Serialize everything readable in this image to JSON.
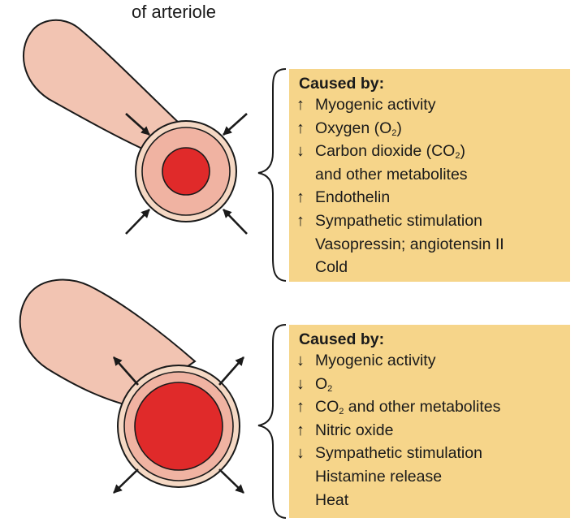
{
  "caption": "of arteriole",
  "constriction": {
    "heading": "Caused by:",
    "items": [
      {
        "arrow": "↑",
        "pre": "Myogenic activity",
        "sub": "",
        "post": ""
      },
      {
        "arrow": "↑",
        "pre": "Oxygen (O",
        "sub": "2",
        "post": ")"
      },
      {
        "arrow": "↓",
        "pre": "Carbon dioxide (CO",
        "sub": "2",
        "post": ")"
      },
      {
        "arrow": "",
        "pre": "and other metabolites",
        "sub": "",
        "post": ""
      },
      {
        "arrow": "↑",
        "pre": "Endothelin",
        "sub": "",
        "post": ""
      },
      {
        "arrow": "↑",
        "pre": "Sympathetic stimulation",
        "sub": "",
        "post": ""
      },
      {
        "arrow": "",
        "pre": "Vasopressin; angiotensin II",
        "sub": "",
        "post": ""
      },
      {
        "arrow": "",
        "pre": "Cold",
        "sub": "",
        "post": ""
      }
    ]
  },
  "dilation": {
    "heading": "Caused by:",
    "items": [
      {
        "arrow": "↓",
        "pre": "Myogenic activity",
        "sub": "",
        "post": ""
      },
      {
        "arrow": "↓",
        "pre": "O",
        "sub": "2",
        "post": ""
      },
      {
        "arrow": "↑",
        "pre": "CO",
        "sub": "2",
        "post": " and other metabolites"
      },
      {
        "arrow": "↑",
        "pre": "Nitric oxide",
        "sub": "",
        "post": ""
      },
      {
        "arrow": "↓",
        "pre": "Sympathetic stimulation",
        "sub": "",
        "post": ""
      },
      {
        "arrow": "",
        "pre": "Histamine release",
        "sub": "",
        "post": ""
      },
      {
        "arrow": "",
        "pre": "Heat",
        "sub": "",
        "post": ""
      }
    ]
  },
  "colors": {
    "vessel_fill": "#f2c4b2",
    "vessel_outline": "#1a1a1a",
    "wall_ring": "#f0b3a2",
    "lumen": "#e02a2a",
    "box_fill": "#f6d58a"
  }
}
